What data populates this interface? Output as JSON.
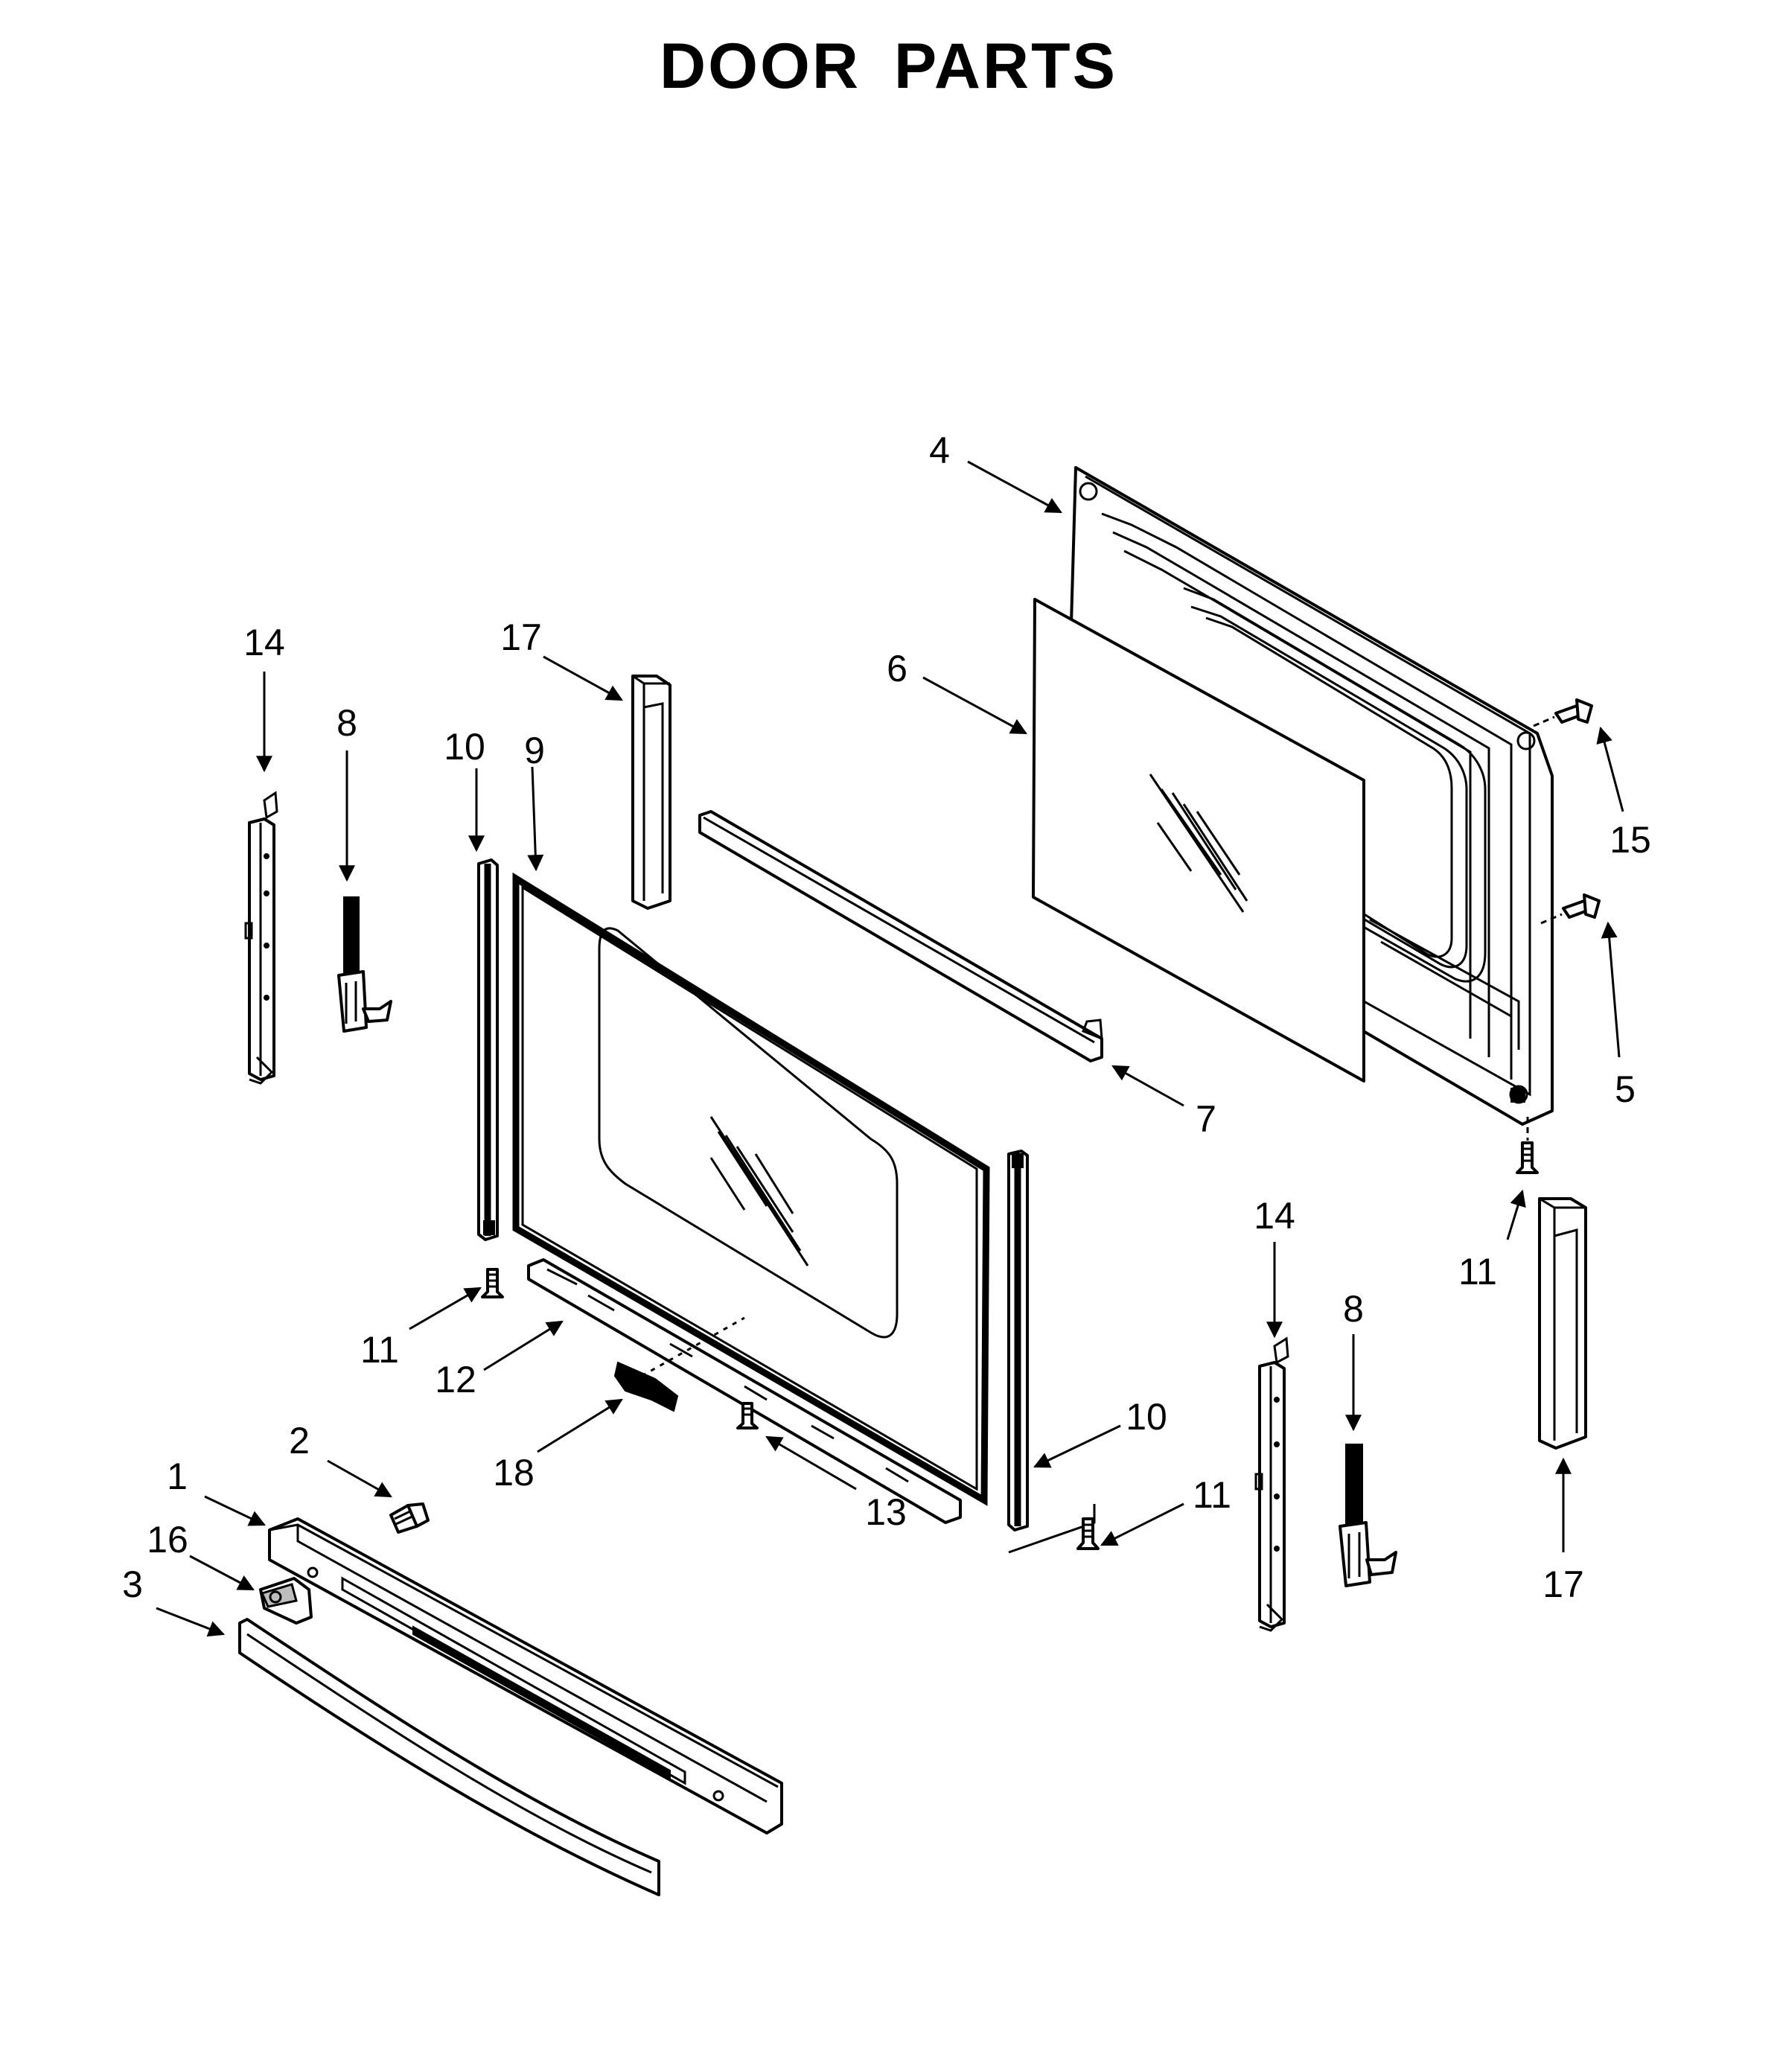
{
  "title": "DOOR PARTS",
  "callouts": [
    {
      "id": "c4",
      "text": "4"
    },
    {
      "id": "c6",
      "text": "6"
    },
    {
      "id": "c15",
      "text": "15"
    },
    {
      "id": "c5",
      "text": "5"
    },
    {
      "id": "c7",
      "text": "7"
    },
    {
      "id": "c11a",
      "text": "11"
    },
    {
      "id": "c14a",
      "text": "14"
    },
    {
      "id": "c8a",
      "text": "8"
    },
    {
      "id": "c17a",
      "text": "17"
    },
    {
      "id": "c10a",
      "text": "10"
    },
    {
      "id": "c9",
      "text": "9"
    },
    {
      "id": "c11b",
      "text": "11"
    },
    {
      "id": "c12",
      "text": "12"
    },
    {
      "id": "c18",
      "text": "18"
    },
    {
      "id": "c13",
      "text": "13"
    },
    {
      "id": "c10b",
      "text": "10"
    },
    {
      "id": "c11c",
      "text": "11"
    },
    {
      "id": "c14b",
      "text": "14"
    },
    {
      "id": "c8b",
      "text": "8"
    },
    {
      "id": "c17b",
      "text": "17"
    },
    {
      "id": "c1",
      "text": "1"
    },
    {
      "id": "c2",
      "text": "2"
    },
    {
      "id": "c16",
      "text": "16"
    },
    {
      "id": "c3",
      "text": "3"
    }
  ]
}
